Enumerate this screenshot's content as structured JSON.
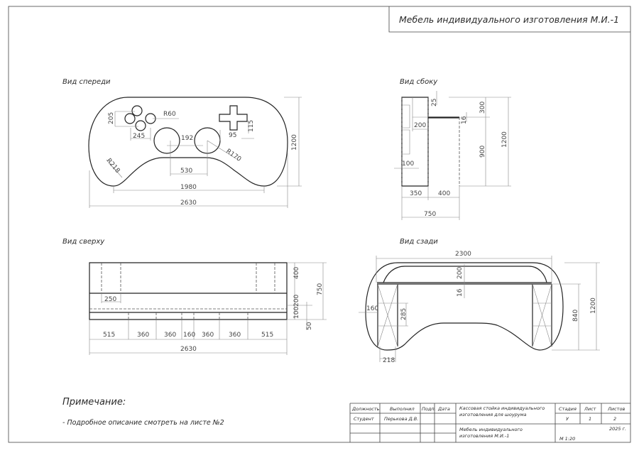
{
  "sheet_title": "Мебель индивидуального изготовления М.И.-1",
  "views": {
    "front": {
      "title": "Вид спереди",
      "dims": {
        "r60": "R60",
        "d205": "205",
        "d245": "245",
        "d192": "192",
        "d95": "95",
        "d115": "115",
        "r170": "R170",
        "r218": "R218",
        "d530": "530",
        "d1980": "1980",
        "d2630": "2630",
        "d1200": "1200"
      }
    },
    "side": {
      "title": "Вид сбоку",
      "dims": {
        "d25": "25",
        "d300": "300",
        "d200": "200",
        "d16": "16",
        "d900": "900",
        "d1200": "1200",
        "d100": "100",
        "d350": "350",
        "d400": "400",
        "d750": "750"
      }
    },
    "top": {
      "title": "Вид сверху",
      "dims": {
        "d400": "400",
        "d200": "200",
        "d100": "100",
        "d750": "750",
        "d50": "50",
        "d250": "250",
        "s1": "515",
        "s2": "360",
        "s3": "360",
        "s4": "160",
        "s5": "360",
        "s6": "360",
        "s7": "515",
        "d2630": "2630"
      }
    },
    "back": {
      "title": "Вид сзади",
      "dims": {
        "d2300": "2300",
        "d200": "200",
        "d16": "16",
        "d160": "160",
        "d285": "285",
        "d840": "840",
        "d1200": "1200",
        "d218": "218"
      }
    }
  },
  "note": {
    "title": "Примечание:",
    "text": "- Подробное описание смотреть на листе №2"
  },
  "title_block": {
    "h_position": "Должность",
    "h_done": "Выполнил",
    "h_sign": "Подп.",
    "h_date": "Дата",
    "position": "Студент",
    "author": "Перькова Д.В.",
    "product_1": "Кассовая стойка индивидуального",
    "product_2": "изготовления для шоурума",
    "h_stage": "Стадия",
    "h_sheet": "Лист",
    "h_sheets": "Листов",
    "stage": "У",
    "sheet": "1",
    "sheets": "2",
    "name_1": "Мебель индивидуального",
    "name_2": "изготовления М.И.-1",
    "year": "2025 г.",
    "scale": "М 1:20"
  }
}
